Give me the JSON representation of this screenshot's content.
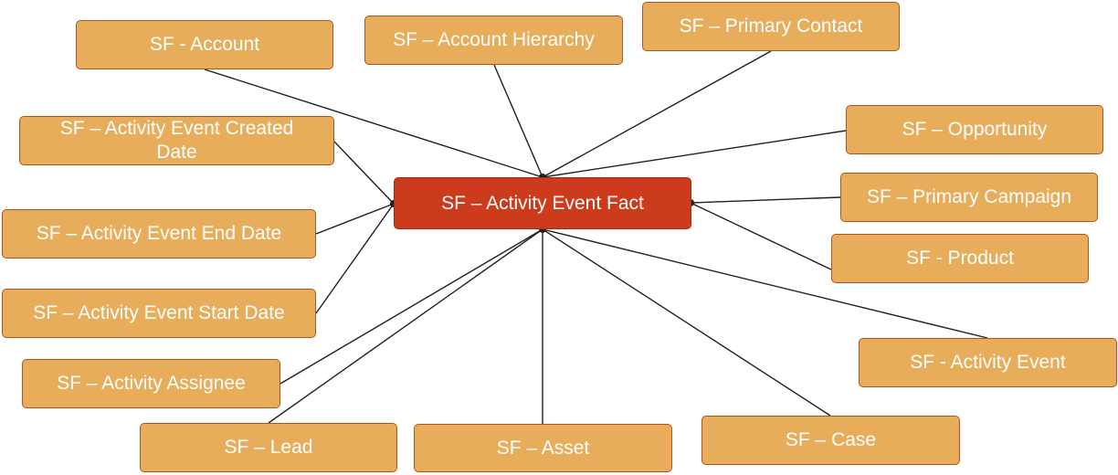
{
  "colors": {
    "dimension_fill": "#e8ad5a",
    "dimension_border": "#b5531f",
    "fact_fill": "#cc3b1c",
    "text": "#ffffff",
    "line": "#1f1f1f"
  },
  "fact": {
    "label": "SF – Activity Event Fact"
  },
  "dimensions": {
    "account": "SF - Account",
    "account_hierarchy": "SF – Account Hierarchy",
    "primary_contact": "SF – Primary Contact",
    "opportunity": "SF – Opportunity",
    "primary_campaign": "SF – Primary Campaign",
    "product": "SF - Product",
    "activity_event": "SF - Activity Event",
    "case": "SF – Case",
    "asset": "SF – Asset",
    "lead": "SF – Lead",
    "activity_assignee": "SF – Activity Assignee",
    "activity_event_start_date": "SF – Activity Event Start Date",
    "activity_event_end_date": "SF – Activity Event End Date",
    "activity_event_created_date": "SF – Activity Event Created Date"
  }
}
